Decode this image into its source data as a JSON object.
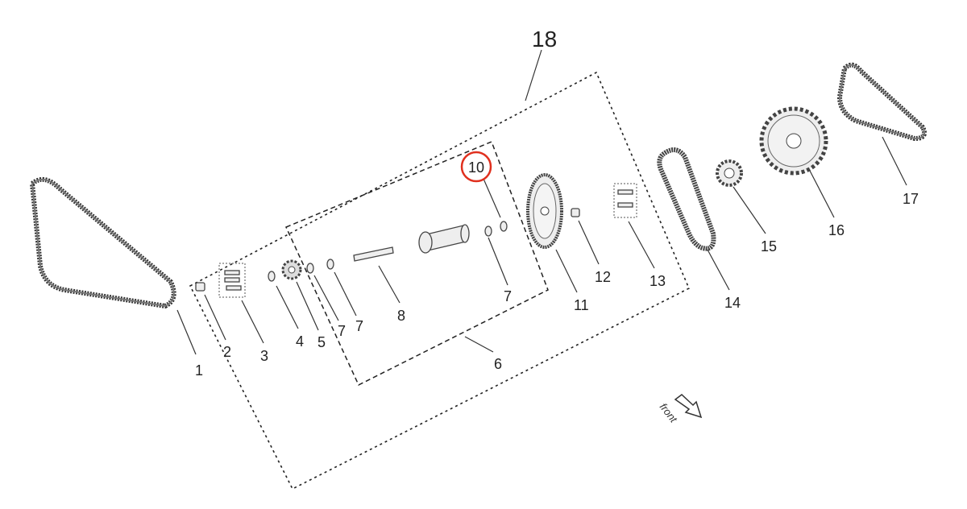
{
  "diagram": {
    "assembly_label": "18",
    "highlighted_label": "10",
    "highlight_color": "#e0301e",
    "direction_label": "front",
    "callouts": [
      "1",
      "2",
      "3",
      "4",
      "5",
      "7",
      "7",
      "8",
      "6",
      "10",
      "7",
      "11",
      "12",
      "13",
      "14",
      "15",
      "16",
      "17"
    ]
  }
}
